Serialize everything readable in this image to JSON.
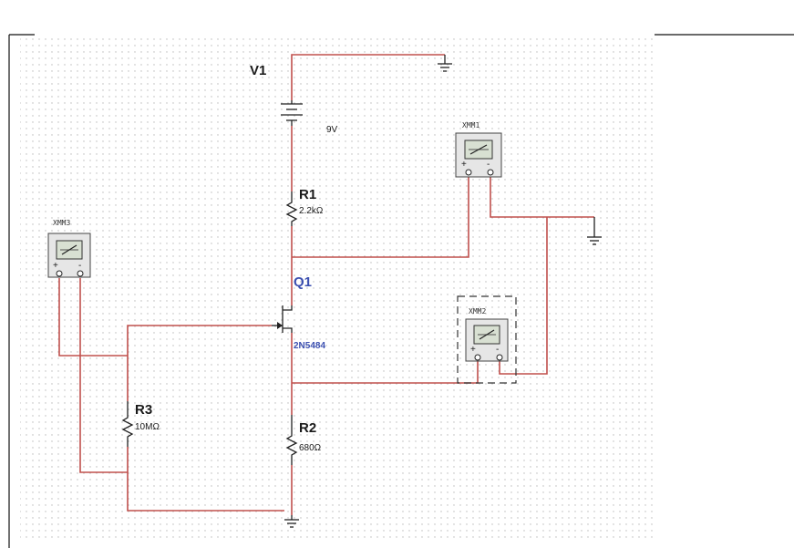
{
  "components": {
    "V1": {
      "name": "V1",
      "value": "9V"
    },
    "R1": {
      "name": "R1",
      "value": "2.2kΩ"
    },
    "Q1": {
      "name": "Q1",
      "value": "2N5484"
    },
    "R2": {
      "name": "R2",
      "value": "680Ω"
    },
    "R3": {
      "name": "R3",
      "value": "10MΩ"
    }
  },
  "multimeters": {
    "XMM3": {
      "label": "XMM3"
    },
    "XMM1": {
      "label": "XMM1"
    },
    "XMM2": {
      "label": "XMM2"
    }
  },
  "colors": {
    "wire": "#c0504d",
    "component": "#222222",
    "transistor_label": "#3b4fb0",
    "grid_dot": "#b8b8b8"
  }
}
